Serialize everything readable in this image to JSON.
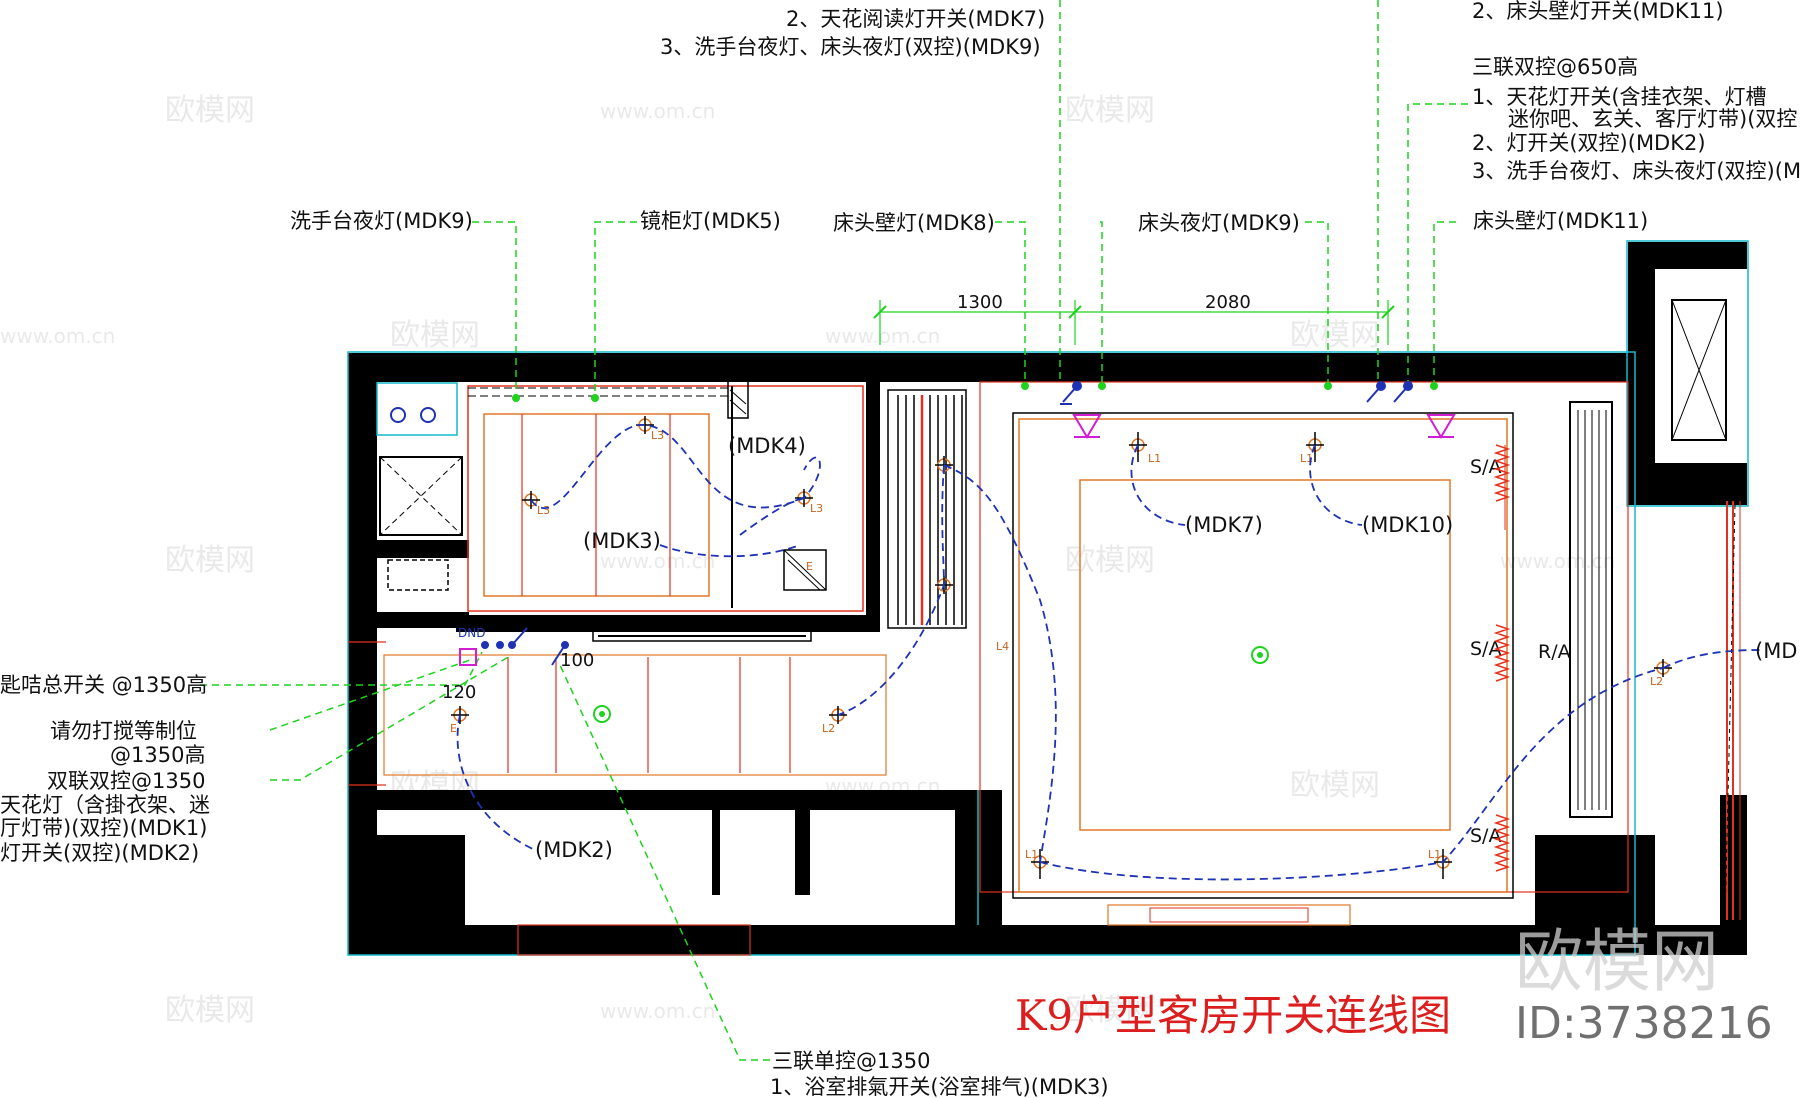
{
  "title": "K9户型客房开关连线图",
  "watermark": {
    "logo": "欧模网",
    "id": "ID:3738216",
    "site": "www.om.cn"
  },
  "top_labels": {
    "mdk7_line": "2、天花阅读灯开关(MDK7)",
    "mdk9_line": "3、洗手台夜灯、床头夜灯(双控)(MDK9)",
    "right_mdk11": "2、床头壁灯开关(MDK11)",
    "triple_dual": "三联双控@650高",
    "right_item1a": "1、天花灯开关(含挂衣架、灯槽",
    "right_item1b": "迷你吧、玄关、客厅灯带)(双控",
    "right_item2": "2、灯开关(双控)(MDK2)",
    "right_item3": "3、洗手台夜灯、床头夜灯(双控)(M"
  },
  "fixture_labels": {
    "basin_night": "洗手台夜灯(MDK9)",
    "mirror_cabinet": "镜柜灯(MDK5)",
    "bed_wall_left": "床头壁灯(MDK8)",
    "bed_night": "床头夜灯(MDK9)",
    "bed_wall_right": "床头壁灯(MDK11)"
  },
  "dimensions": {
    "d1": "1300",
    "d2": "2080",
    "d3": "120",
    "d4": "100"
  },
  "circuits": {
    "mdk2": "(MDK2)",
    "mdk3": "(MDK3)",
    "mdk4": "(MDK4)",
    "mdk7": "(MDK7)",
    "mdk10": "(MDK10)",
    "mdk_edge": "(MD"
  },
  "left_labels": {
    "key_card": "匙咭总开关 @1350高",
    "dnd_a": "请勿打搅等制位",
    "dnd_b": "@1350高",
    "dual_a": "双联双控@1350",
    "dual_b": "天花灯（含掛衣架、迷",
    "dual_c": "厅灯带)(双控)(MDK1)",
    "dual_d": "灯开关(双控)(MDK2)"
  },
  "bottom_labels": {
    "triple_single": "三联单控@1350",
    "bath_exhaust": "1、浴室排氣开关(浴室排气)(MDK3)"
  },
  "room_tags": {
    "sa": "S/A",
    "ra": "R/A",
    "dnd": "DND",
    "l1": "L1",
    "l2": "L2",
    "l3": "L3",
    "l4": "L4",
    "e": "E"
  },
  "colors": {
    "wall": "#000000",
    "outline_cyan": "#14b9c8",
    "red_line": "#e0321e",
    "orange_line": "#e07828",
    "green_leader": "#1ed21e",
    "blue_wire": "#1e32b4",
    "title_red": "#dc1e1e",
    "magenta": "#d21ed2"
  }
}
